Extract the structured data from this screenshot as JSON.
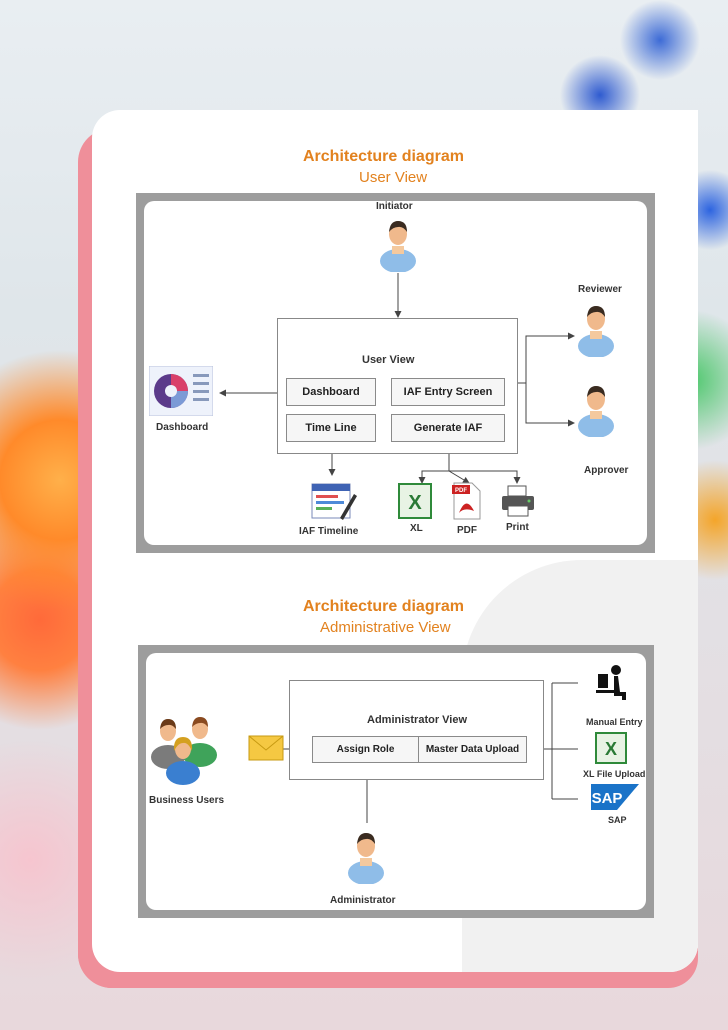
{
  "section1": {
    "title": "Architecture diagram",
    "subtitle": "User View",
    "actors": {
      "initiator": "Initiator",
      "reviewer": "Reviewer",
      "approver": "Approver"
    },
    "center_title": "User View",
    "buttons": [
      "Dashboard",
      "IAF Entry Screen",
      "Time Line",
      "Generate IAF"
    ],
    "outputs": {
      "dashboard": "Dashboard",
      "timeline": "IAF Timeline",
      "xl": "XL",
      "pdf": "PDF",
      "print": "Print"
    }
  },
  "section2": {
    "title": "Architecture diagram",
    "subtitle": "Administrative View",
    "center_title": "Administrator View",
    "buttons": [
      "Assign Role",
      "Master Data Upload"
    ],
    "labels": {
      "business_users": "Business Users",
      "administrator": "Administrator",
      "manual_entry": "Manual Entry",
      "xl_upload": "XL File Upload",
      "sap": "SAP"
    },
    "sap_logo": "SAP"
  },
  "colors": {
    "accent": "#e2821f",
    "pink": "#ef8f9a",
    "frame": "#9d9d9d"
  }
}
